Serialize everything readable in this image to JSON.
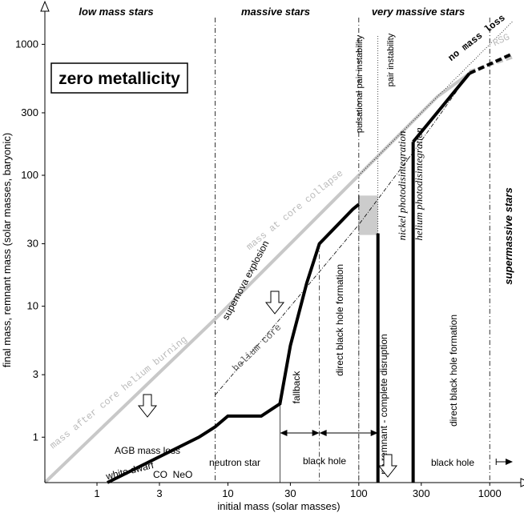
{
  "chart_data": {
    "type": "line",
    "title": "",
    "badge": "zero metallicity",
    "xlabel": "initial mass (solar masses)",
    "ylabel": "final mass, remnant mass (solar masses, baryonic)",
    "x_scale": "log",
    "y_scale": "log",
    "xlim": [
      0.4,
      1500
    ],
    "ylim": [
      0.45,
      1600
    ],
    "x_ticks": [
      1,
      3,
      10,
      30,
      100,
      300,
      1000
    ],
    "x_tick_labels": [
      "1",
      "3",
      "10",
      "30",
      "100",
      "300",
      "1000"
    ],
    "y_ticks": [
      1,
      3,
      10,
      30,
      100,
      300,
      1000
    ],
    "y_tick_labels": [
      "1",
      "3",
      "10",
      "30",
      "100",
      "300",
      "1000"
    ],
    "grid": false,
    "regions": [
      {
        "label": "low mass stars",
        "x": [
          0.4,
          8
        ]
      },
      {
        "label": "massive stars",
        "x": [
          8,
          100
        ]
      },
      {
        "label": "very massive stars",
        "x": [
          100,
          1000
        ]
      },
      {
        "label": "supermassive stars",
        "x": [
          1000,
          1500
        ]
      }
    ],
    "series": [
      {
        "name": "mass after core helium burning",
        "color": "#c8c8c8",
        "points": [
          [
            0.4,
            0.45
          ],
          [
            8,
            8
          ],
          [
            100,
            100
          ]
        ]
      },
      {
        "name": "mass at core collapse",
        "color": "#c8c8c8",
        "points": [
          [
            8,
            8
          ],
          [
            100,
            100
          ],
          [
            140,
            140
          ],
          [
            400,
            400
          ],
          [
            700,
            600
          ]
        ]
      },
      {
        "name": "no mass loss",
        "color": "#000000",
        "points": [
          [
            100,
            100
          ],
          [
            1500,
            1500
          ]
        ]
      },
      {
        "name": "RSG",
        "color": "#c8c8c8",
        "points": [
          [
            700,
            620
          ],
          [
            1500,
            800
          ]
        ]
      },
      {
        "name": "helium core",
        "color": "#000000",
        "points": [
          [
            8,
            2.1
          ],
          [
            25,
            8
          ],
          [
            100,
            42
          ],
          [
            260,
            150
          ],
          [
            700,
            600
          ]
        ]
      },
      {
        "name": "remnant mass",
        "color": "#000000",
        "points": [
          [
            1.2,
            0.45
          ],
          [
            6,
            1
          ],
          [
            8,
            1.2
          ],
          [
            10,
            1.45
          ],
          [
            18,
            1.45
          ],
          [
            25,
            1.8
          ],
          [
            30,
            5
          ],
          [
            40,
            15
          ],
          [
            50,
            30
          ],
          [
            90,
            55
          ],
          [
            100,
            60
          ]
        ]
      }
    ],
    "labels": {
      "low_mass": "low mass stars",
      "massive": "massive stars",
      "very_massive": "very massive stars",
      "supermassive": "supermassive stars",
      "no_mass_loss": "no mass loss",
      "rsg": "RSG",
      "core_collapse": "mass at core collapse",
      "after_helium": "mass after core helium burning",
      "supernova": "supernova explosion",
      "helium_core": "helium core",
      "ppi": "pulsational pair instability",
      "pi": "pair instability",
      "nickel": "nickel photodisintegration",
      "helium": "helium photodisintegration",
      "agb": "AGB mass loss",
      "white_dwarf": "white dwarf",
      "co": "CO",
      "neo": "NeO",
      "neutron_star": "neutron star",
      "fallback": "fallback",
      "direct_bh_1": "direct black hole formation",
      "black_hole_1": "black hole",
      "no_remnant": "no remnant  -  complete disruption",
      "direct_bh_2": "direct black hole formation",
      "black_hole_2": "black hole"
    }
  }
}
